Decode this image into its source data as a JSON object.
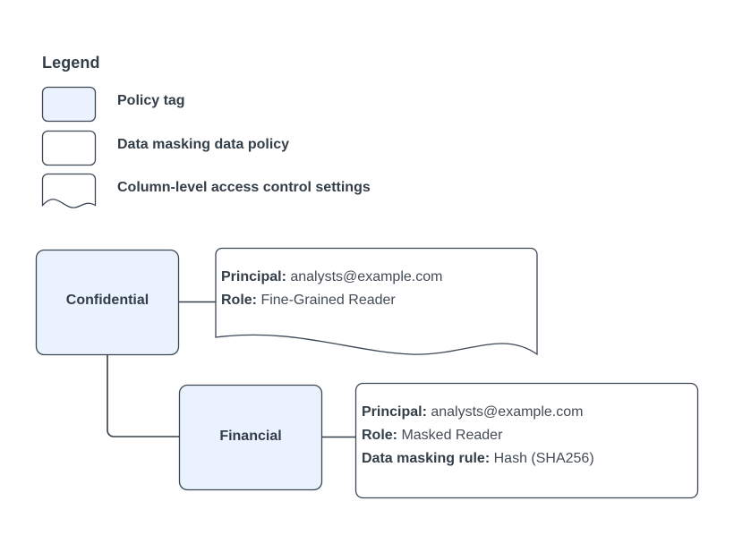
{
  "legend": {
    "title": "Legend",
    "items": [
      {
        "label": "Policy tag",
        "swatch": "policy-tag-swatch",
        "fill": "#eaf2fd",
        "shape": "rounded-rect"
      },
      {
        "label": "Data masking data policy",
        "swatch": "data-masking-policy-swatch",
        "fill": "#ffffff",
        "shape": "rounded-rect"
      },
      {
        "label": "Column-level access control settings",
        "swatch": "column-access-settings-swatch",
        "fill": "#ffffff",
        "shape": "wavy-bottom-rect"
      }
    ]
  },
  "colors": {
    "node_fill": "#eaf2fd",
    "node_stroke": "#3d4756",
    "callout_fill": "#ffffff",
    "callout_stroke": "#3d4756",
    "connector": "#333e48",
    "text": "#333e48",
    "text_value": "#444c55"
  },
  "nodes": [
    {
      "id": "confidential",
      "label": "Confidential",
      "type": "policy-tag"
    },
    {
      "id": "financial",
      "label": "Financial",
      "type": "policy-tag"
    }
  ],
  "callouts": [
    {
      "id": "confidential-access-settings",
      "shape": "wavy-bottom-rect",
      "attached_to": "Confidential",
      "rows": [
        {
          "key": "Principal:",
          "value": "analysts@example.com"
        },
        {
          "key": "Role:",
          "value": "Fine-Grained Reader"
        }
      ]
    },
    {
      "id": "financial-masking-policy",
      "shape": "rounded-rect",
      "attached_to": "Financial",
      "rows": [
        {
          "key": "Principal:",
          "value": "analysts@example.com"
        },
        {
          "key": "Role:",
          "value": "Masked Reader"
        },
        {
          "key": "Data masking rule:",
          "value": "Hash (SHA256)"
        }
      ]
    }
  ]
}
